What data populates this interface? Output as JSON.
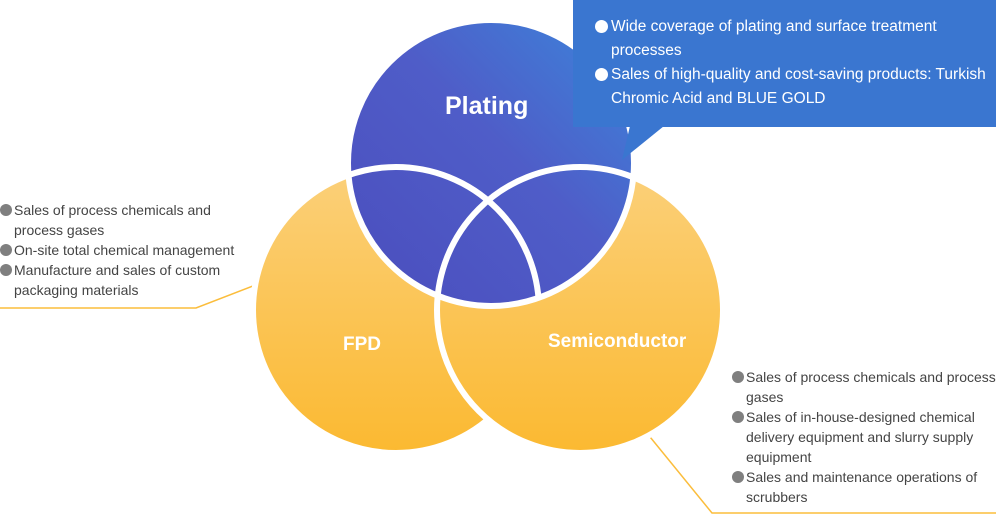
{
  "circles": {
    "plating": {
      "label": "Plating",
      "color": "#4f57c0"
    },
    "fpd": {
      "label": "FPD",
      "color": "#fbbd3c"
    },
    "semiconductor": {
      "label": "Semiconductor",
      "color": "#fbbd3c"
    }
  },
  "callout": {
    "color": "#3a76d0",
    "items": [
      {
        "text": "Wide coverage of plating and surface treatment processes"
      },
      {
        "text": "Sales of high-quality and cost-saving products: Turkish Chromic Acid and BLUE GOLD"
      }
    ]
  },
  "fpd_list": {
    "items": [
      {
        "text": "Sales of process chemicals and process gases"
      },
      {
        "text": "On-site total chemical management"
      },
      {
        "text": "Manufacture and sales of custom packaging materials"
      }
    ]
  },
  "semi_list": {
    "items": [
      {
        "text": "Sales of process chemicals and process gases"
      },
      {
        "text": "Sales of in-house-designed chemical delivery equipment and slurry supply equipment"
      },
      {
        "text": "Sales and maintenance operations of scrubbers"
      }
    ]
  },
  "colors": {
    "leader_line": "#fbbd3c",
    "outline": "#ffffff",
    "bullet_gray": "#7f7f7f"
  }
}
